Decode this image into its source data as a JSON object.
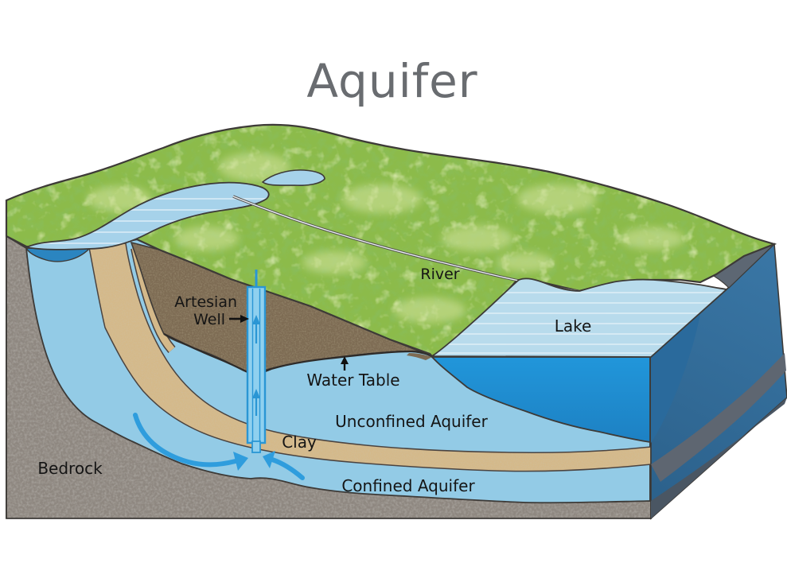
{
  "title": "Aquifer",
  "labels": {
    "river": "River",
    "lake": "Lake",
    "artesian_well": {
      "line1": "Artesian",
      "line2": "Well"
    },
    "water_table": "Water Table",
    "unconfined_aquifer": "Unconfined Aquifer",
    "clay": "Clay",
    "confined_aquifer": "Confined Aquifer",
    "bedrock": "Bedrock"
  },
  "colors": {
    "title_gray": "#696c70",
    "label_black": "#151515",
    "terrain_green": "#8cbb4a",
    "soil_brown": "#7d6b53",
    "clay_tan": "#d4b98a",
    "bedrock_gray": "#8e8780",
    "unconfined_aquifer_blue": "#93cbe6",
    "lake_front_blue": "#2191d6",
    "lake_surface_blue": "#b8dbec",
    "pond_blue": "#a6d2ea",
    "pond_deep_blue": "#2b85c0",
    "side_face_blue": "#34719f",
    "well_blue": "#2a96d4",
    "well_fill_blue": "#8fd0ef",
    "flow_arrow_blue": "#2f9ddd"
  },
  "diagram": {
    "type": "aquifer-cross-section-block",
    "features": [
      "river",
      "lake",
      "artesian well",
      "water table",
      "unconfined aquifer",
      "clay",
      "confined aquifer",
      "bedrock"
    ]
  }
}
